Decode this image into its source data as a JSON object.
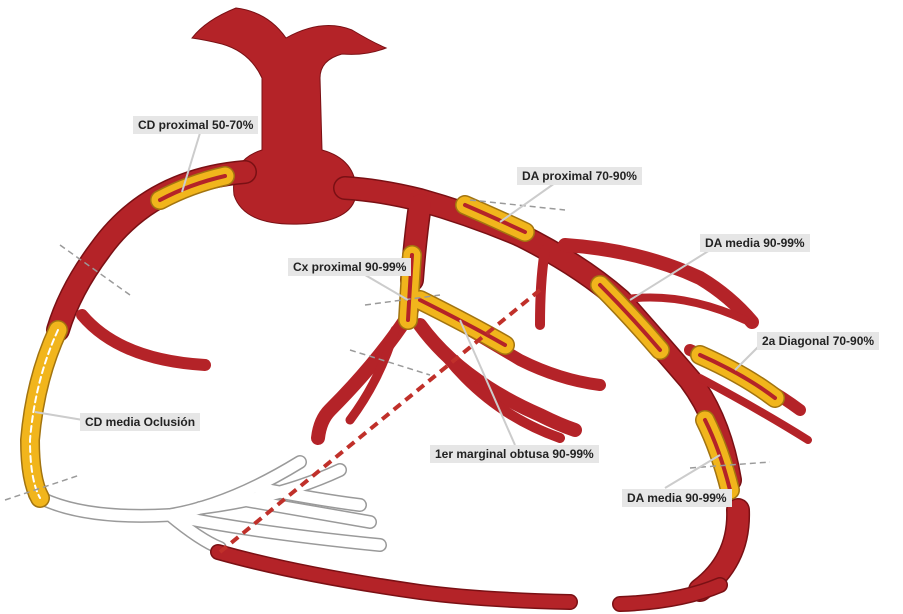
{
  "colors": {
    "artery": "#b42328",
    "artery_outline": "#7a1014",
    "lesion": "#f1b51c",
    "lesion_outline": "#a27410",
    "occluded": "#ffffff",
    "occluded_outline": "#999999",
    "leader_line": "#cccccc",
    "label_bg": "#e6e6e6"
  },
  "labels": {
    "cd_proximal": "CD proximal 50-70%",
    "da_proximal": "DA proximal 70-90%",
    "da_media_upper": "DA media 90-99%",
    "cx_proximal": "Cx proximal 90-99%",
    "diagonal_2a": "2a Diagonal 70-90%",
    "cd_media": "CD media Oclusión",
    "marginal_obtusa_1er": "1er marginal obtusa 90-99%",
    "da_media_lower": "DA media 90-99%"
  }
}
